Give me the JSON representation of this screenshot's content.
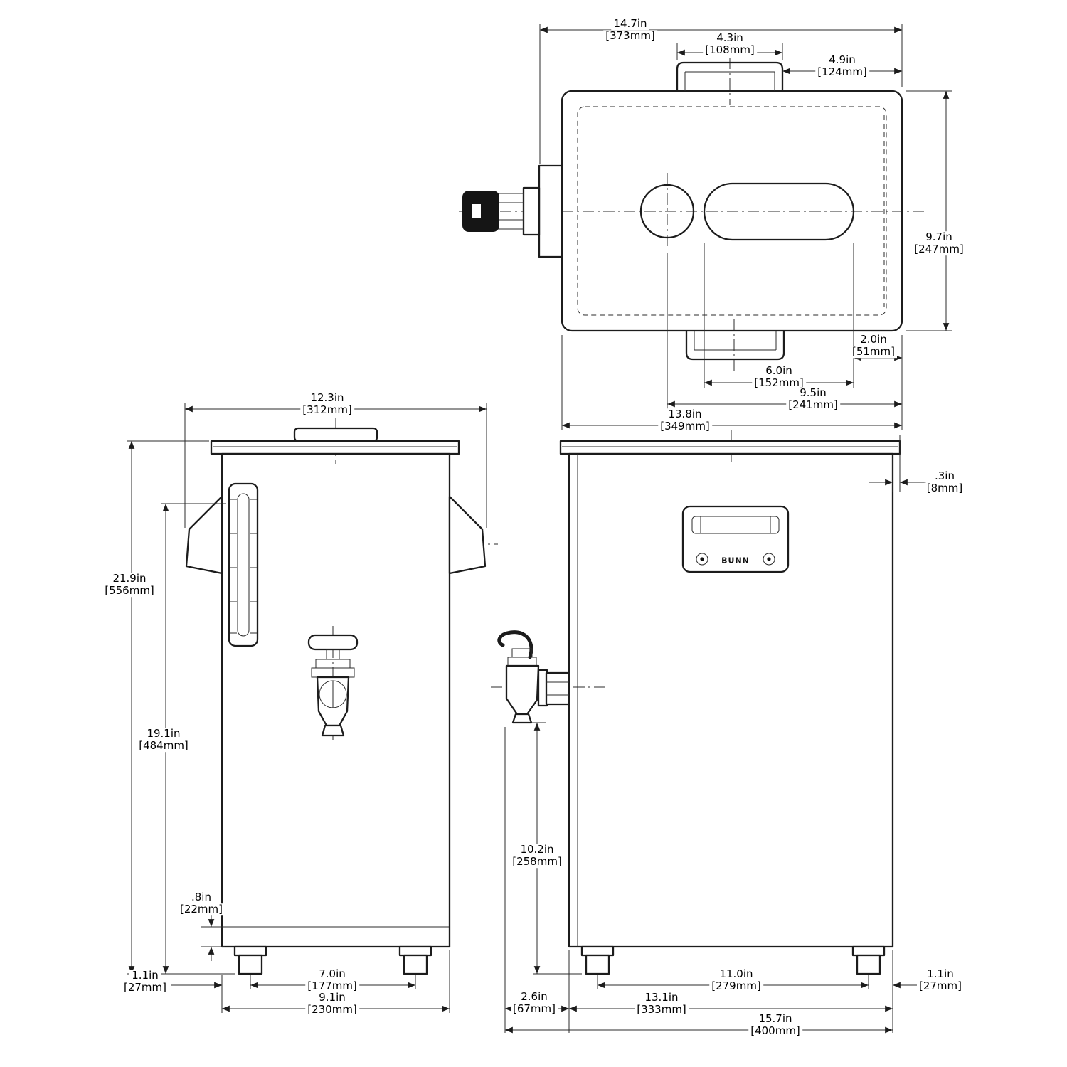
{
  "brand": "BUNN",
  "dimensions": {
    "top_view": {
      "overall_width": {
        "in": "14.7in",
        "mm": "[373mm]"
      },
      "handle_width": {
        "in": "4.3in",
        "mm": "[108mm]"
      },
      "handle_to_edge": {
        "in": "4.9in",
        "mm": "[124mm]"
      },
      "depth": {
        "in": "9.7in",
        "mm": "[247mm]"
      },
      "slot_to_edge": {
        "in": "2.0in",
        "mm": "[51mm]"
      },
      "slot_width": {
        "in": "6.0in",
        "mm": "[152mm]"
      },
      "center_to_edge": {
        "in": "9.5in",
        "mm": "[241mm]"
      },
      "body_width": {
        "in": "13.8in",
        "mm": "[349mm]"
      }
    },
    "side_view": {
      "top_width": {
        "in": "12.3in",
        "mm": "[312mm]"
      },
      "overall_height": {
        "in": "21.9in",
        "mm": "[556mm]"
      },
      "handle_height": {
        "in": "19.1in",
        "mm": "[484mm]"
      },
      "bottom_seam": {
        "in": ".8in",
        "mm": "[22mm]"
      },
      "foot_offset": {
        "in": "1.1in",
        "mm": "[27mm]"
      },
      "foot_spacing": {
        "in": "7.0in",
        "mm": "[177mm]"
      },
      "base_width": {
        "in": "9.1in",
        "mm": "[230mm]"
      }
    },
    "front_view": {
      "lid_overhang": {
        "in": ".3in",
        "mm": "[8mm]"
      },
      "faucet_height": {
        "in": "10.2in",
        "mm": "[258mm]"
      },
      "faucet_projection": {
        "in": "2.6in",
        "mm": "[67mm]"
      },
      "foot_spacing": {
        "in": "11.0in",
        "mm": "[279mm]"
      },
      "foot_offset": {
        "in": "1.1in",
        "mm": "[27mm]"
      },
      "body_width": {
        "in": "13.1in",
        "mm": "[333mm]"
      },
      "overall_depth": {
        "in": "15.7in",
        "mm": "[400mm]"
      }
    }
  }
}
